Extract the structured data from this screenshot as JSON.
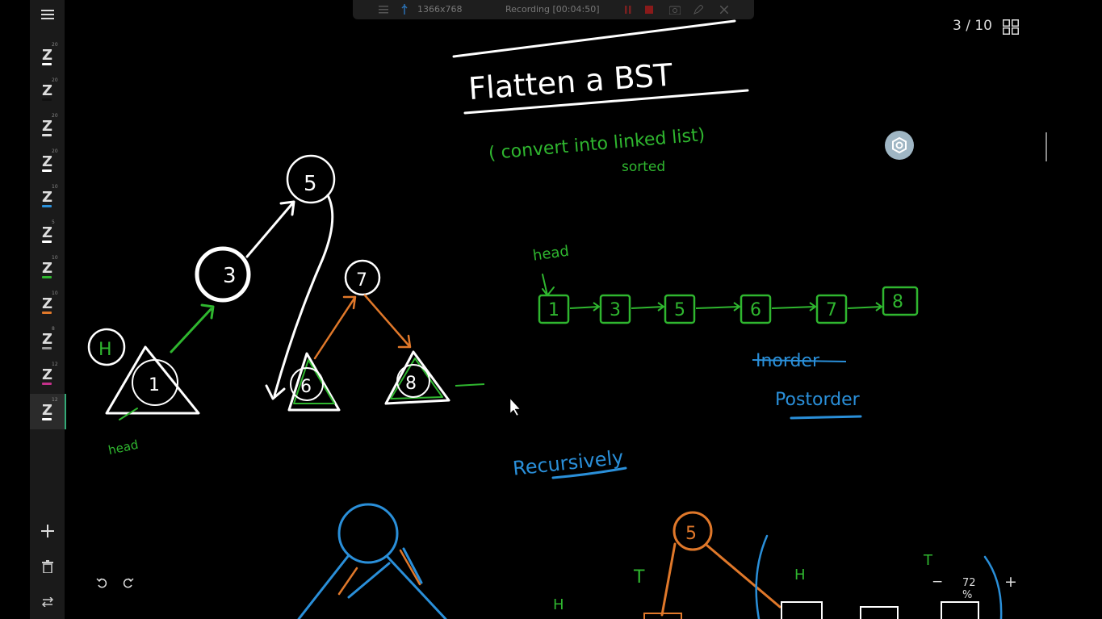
{
  "recording_bar": {
    "resolution": "1366x768",
    "status": "Recording [00:04:50]"
  },
  "page": {
    "counter": "3 / 10"
  },
  "zoom": {
    "level": "72 %",
    "minus": "−",
    "plus": "+"
  },
  "sidebar": {
    "pens": [
      {
        "size": "20",
        "color": "#ffffff"
      },
      {
        "size": "20",
        "color": "#111111"
      },
      {
        "size": "20",
        "color": "#dddddd"
      },
      {
        "size": "20",
        "color": "#ffffff"
      },
      {
        "size": "10",
        "color": "#2a8fd9"
      },
      {
        "size": "5",
        "color": "#ffffff"
      },
      {
        "size": "10",
        "color": "#2fb62f"
      },
      {
        "size": "10",
        "color": "#e0782a"
      },
      {
        "size": "8",
        "color": "#9a9a9a"
      },
      {
        "size": "12",
        "color": "#c4308a"
      },
      {
        "size": "12",
        "color": "#ffffff"
      }
    ]
  },
  "board": {
    "title": "Flatten a BST",
    "subtitle": "( convert into linked list)",
    "subtitle_note": "sorted",
    "head_label": "head",
    "linked_list": [
      "1",
      "3",
      "5",
      "6",
      "7",
      "8"
    ],
    "traversal_strike": "Inorder",
    "traversal": "Postorder",
    "recursive": "Recursively",
    "tree_nodes": {
      "root": "5",
      "left": "3",
      "right": "7",
      "rl": "6",
      "rr": "8",
      "subtree": "1",
      "h_label": "H"
    },
    "head_small": "head",
    "bottom_labels": {
      "t1": "T",
      "h1": "H",
      "h2": "H",
      "t2": "T",
      "node": "5"
    }
  }
}
